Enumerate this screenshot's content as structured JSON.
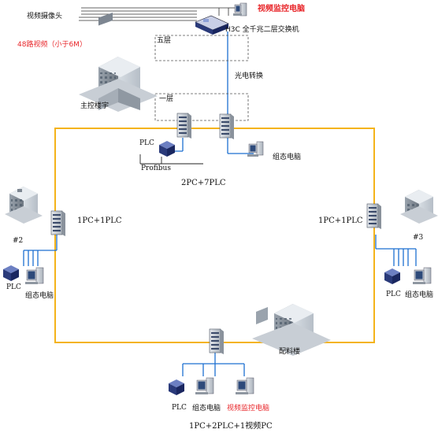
{
  "labels": {
    "camera": "视频摄像头",
    "video_pc_top": "视频监控电脑",
    "switch_h3c": "H3C 全千兆二层交换机",
    "video_48": "48路视频（小于6M）",
    "floor5": "五层",
    "fiber_conv": "光电转换",
    "main_building": "主控楼宇",
    "floor1": "一层",
    "plc_top": "PLC",
    "profibus": "Profibus",
    "config_pc_top": "组态电脑",
    "mid_2pc7plc": "2PC+7PLC",
    "left_1pc1plc": "1PC+1PLC",
    "right_1pc1plc": "1PC+1PLC",
    "bldg2": "#2",
    "bldg3": "#3",
    "plc_left": "PLC",
    "config_pc_left": "组态电脑",
    "plc_right": "PLC",
    "config_pc_right": "组态电脑",
    "material_bldg": "配料楼",
    "plc_bottom": "PLC",
    "config_pc_bottom": "组态电脑",
    "video_pc_bottom": "视频监控电脑",
    "bottom_caption": "1PC+2PLC+1视频PC"
  },
  "colors": {
    "ring": "#f4b31a",
    "link_blue": "#1c6fd1",
    "alert_red": "#e8262a",
    "switch_navy": "#2a3a7a"
  }
}
